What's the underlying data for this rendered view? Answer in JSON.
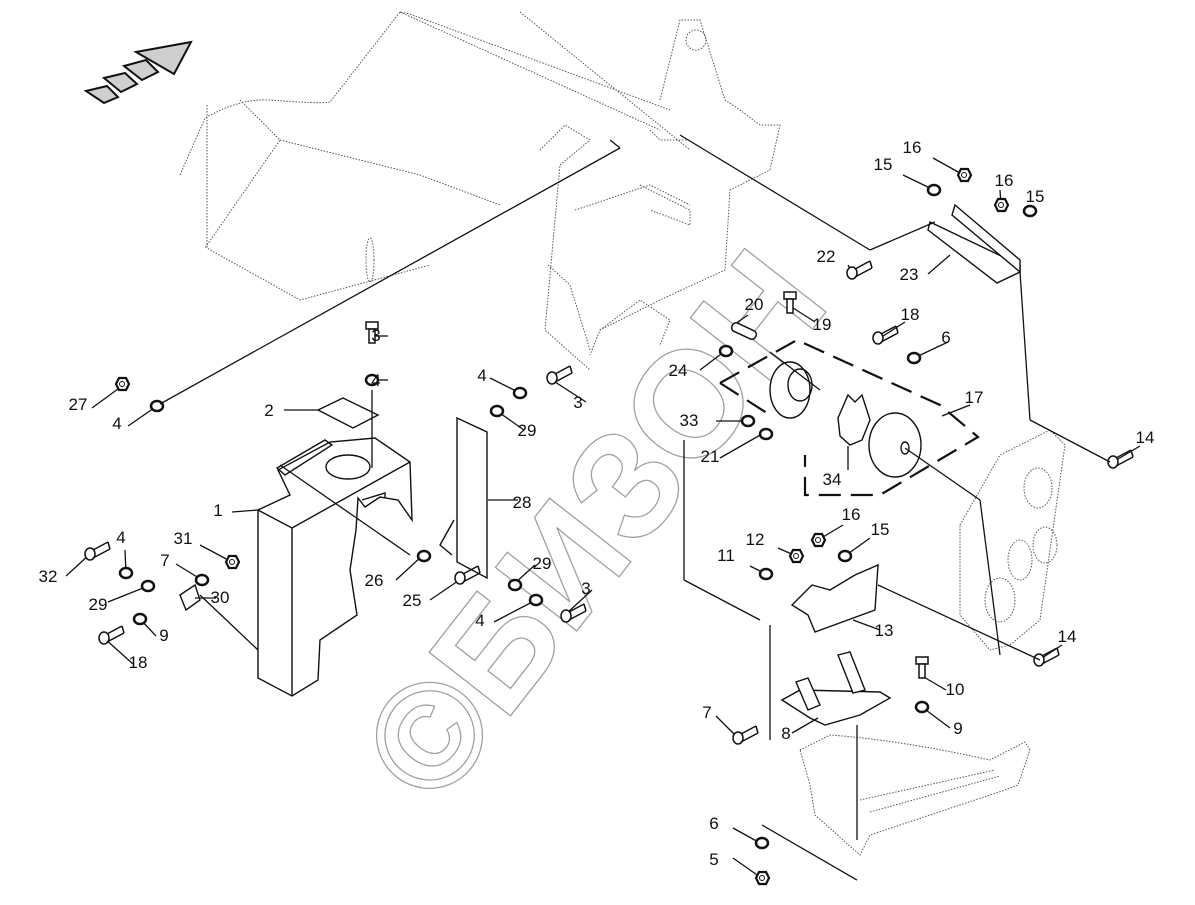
{
  "diagram": {
    "type": "exploded-parts-diagram",
    "direction_indicator": "travel-direction-arrow",
    "watermark": "©БИЗОН",
    "colors": {
      "line": "#111111",
      "ghost": "#555555",
      "watermark": "#a0a0a0",
      "arrow_fill": "#cfcfcf",
      "background": "#ffffff"
    },
    "callouts": [
      {
        "id": "1",
        "label": "1"
      },
      {
        "id": "2",
        "label": "2"
      },
      {
        "id": "3a",
        "label": "3"
      },
      {
        "id": "3b",
        "label": "3"
      },
      {
        "id": "3c",
        "label": "3"
      },
      {
        "id": "4a",
        "label": "4"
      },
      {
        "id": "4b",
        "label": "4"
      },
      {
        "id": "4c",
        "label": "4"
      },
      {
        "id": "4d",
        "label": "4"
      },
      {
        "id": "4e",
        "label": "4"
      },
      {
        "id": "5",
        "label": "5"
      },
      {
        "id": "6a",
        "label": "6"
      },
      {
        "id": "6b",
        "label": "6"
      },
      {
        "id": "7a",
        "label": "7"
      },
      {
        "id": "7b",
        "label": "7"
      },
      {
        "id": "8",
        "label": "8"
      },
      {
        "id": "9a",
        "label": "9"
      },
      {
        "id": "9b",
        "label": "9"
      },
      {
        "id": "10",
        "label": "10"
      },
      {
        "id": "11",
        "label": "11"
      },
      {
        "id": "12",
        "label": "12"
      },
      {
        "id": "13",
        "label": "13"
      },
      {
        "id": "14a",
        "label": "14"
      },
      {
        "id": "14b",
        "label": "14"
      },
      {
        "id": "15a",
        "label": "15"
      },
      {
        "id": "15b",
        "label": "15"
      },
      {
        "id": "15c",
        "label": "15"
      },
      {
        "id": "16a",
        "label": "16"
      },
      {
        "id": "16b",
        "label": "16"
      },
      {
        "id": "16c",
        "label": "16"
      },
      {
        "id": "17",
        "label": "17"
      },
      {
        "id": "18a",
        "label": "18"
      },
      {
        "id": "18b",
        "label": "18"
      },
      {
        "id": "19",
        "label": "19"
      },
      {
        "id": "20",
        "label": "20"
      },
      {
        "id": "21",
        "label": "21"
      },
      {
        "id": "22",
        "label": "22"
      },
      {
        "id": "23",
        "label": "23"
      },
      {
        "id": "24",
        "label": "24"
      },
      {
        "id": "25",
        "label": "25"
      },
      {
        "id": "26",
        "label": "26"
      },
      {
        "id": "27",
        "label": "27"
      },
      {
        "id": "28",
        "label": "28"
      },
      {
        "id": "29a",
        "label": "29"
      },
      {
        "id": "29b",
        "label": "29"
      },
      {
        "id": "29c",
        "label": "29"
      },
      {
        "id": "30",
        "label": "30"
      },
      {
        "id": "31",
        "label": "31"
      },
      {
        "id": "32",
        "label": "32"
      },
      {
        "id": "33",
        "label": "33"
      },
      {
        "id": "34",
        "label": "34"
      }
    ]
  }
}
